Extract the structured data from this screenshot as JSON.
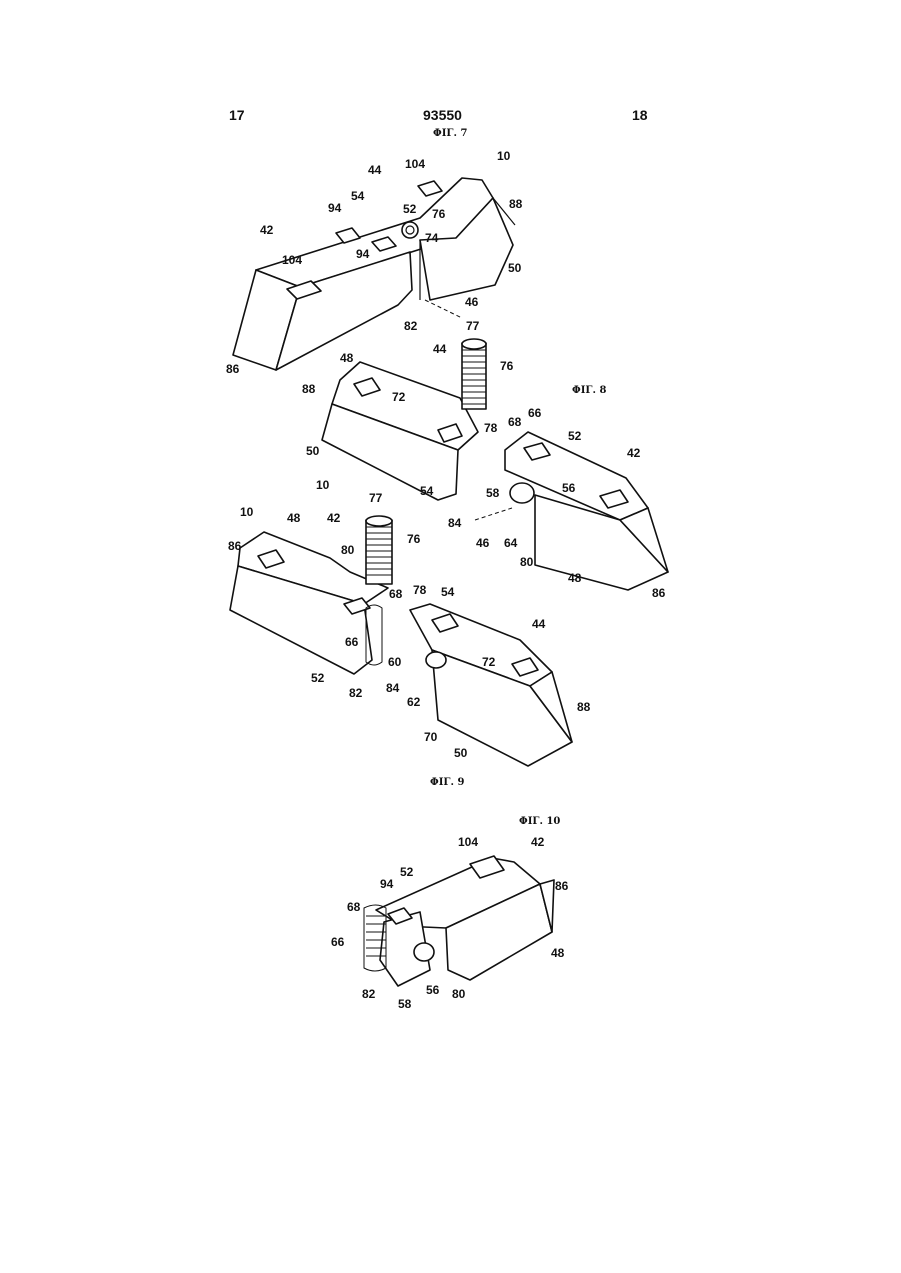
{
  "header": {
    "page_left": "17",
    "doc_number": "93550",
    "page_right": "18"
  },
  "figures": {
    "fig7": "ΦIΓ. 7",
    "fig8": "ΦIΓ. 8",
    "fig9": "ΦIΓ. 9",
    "fig10": "ΦIΓ. 10"
  },
  "refs": {
    "fig7": [
      "10",
      "44",
      "104",
      "54",
      "94",
      "52",
      "76",
      "88",
      "42",
      "74",
      "94",
      "104",
      "50",
      "46",
      "82",
      "48",
      "86"
    ],
    "fig8": [
      "77",
      "76",
      "44",
      "72",
      "88",
      "66",
      "68",
      "52",
      "42",
      "78",
      "50",
      "10",
      "54",
      "58",
      "56",
      "84",
      "46",
      "64",
      "80",
      "48",
      "86"
    ],
    "fig9": [
      "10",
      "48",
      "42",
      "86",
      "77",
      "80",
      "76",
      "68",
      "78",
      "54",
      "44",
      "66",
      "60",
      "72",
      "52",
      "82",
      "84",
      "62",
      "88",
      "70",
      "50"
    ],
    "fig10": [
      "104",
      "42",
      "52",
      "94",
      "86",
      "68",
      "66",
      "48",
      "82",
      "58",
      "56",
      "80"
    ]
  }
}
